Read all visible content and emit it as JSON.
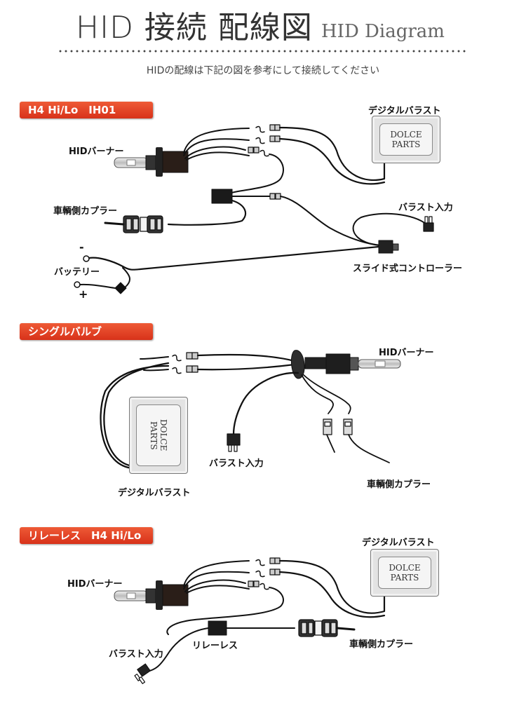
{
  "header": {
    "title": "HID 接続 配線図",
    "title_en": "HID Diagram",
    "subtitle": "HIDの配線は下記の図を参考にして接続してください"
  },
  "colors": {
    "badge_red": "#d8321a",
    "badge_red_light": "#ee5a36",
    "wire": "#111111"
  },
  "sections": {
    "h4": {
      "badge": "H4 Hi/Lo　IH01",
      "ballast_label": "デジタルバラスト",
      "ballast_line1": "DOLCE",
      "ballast_line2": "PARTS",
      "burner_label": "HIDバーナー",
      "coupler_label": "車輌側カプラー",
      "battery_label": "バッテリー",
      "minus": "-",
      "plus": "+",
      "ballast_input_label": "バラスト入力",
      "controller_label": "スライド式コントローラー"
    },
    "single": {
      "badge": "シングルバルブ",
      "burner_label": "HIDバーナー",
      "ballast_input_label": "バラスト入力",
      "coupler_label": "車輌側カプラー",
      "ballast_label": "デジタルバラスト",
      "ballast_line1": "DOLCE",
      "ballast_line2": "PARTS"
    },
    "relayless": {
      "badge": "リレーレス　H4 Hi/Lo",
      "ballast_label": "デジタルバラスト",
      "ballast_line1": "DOLCE",
      "ballast_line2": "PARTS",
      "burner_label": "HIDバーナー",
      "ballast_input_label": "バラスト入力",
      "relayless_label": "リレーレス",
      "coupler_label": "車輌側カプラー"
    }
  }
}
